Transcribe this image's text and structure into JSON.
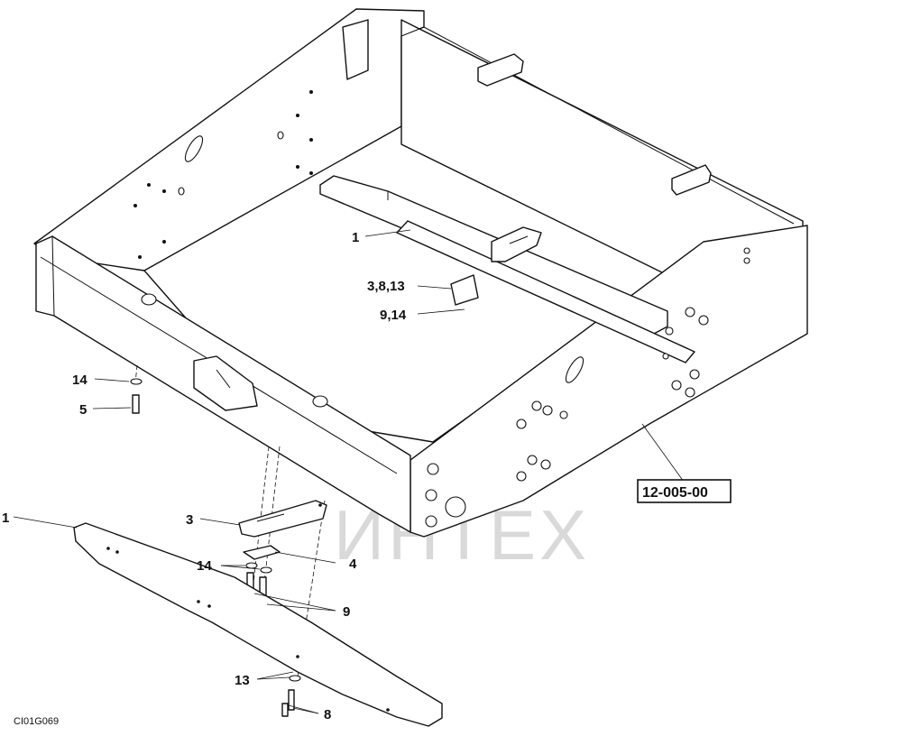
{
  "drawing": {
    "code": "CI01G069",
    "reference": "12-005-00"
  },
  "callouts": [
    {
      "id": "c-1-upper",
      "text": "1"
    },
    {
      "id": "c-3-8-13",
      "text": "3,8,13"
    },
    {
      "id": "c-9-14-upper",
      "text": "9,14"
    },
    {
      "id": "c-14-left",
      "text": "14"
    },
    {
      "id": "c-5",
      "text": "5"
    },
    {
      "id": "c-1-lower",
      "text": "1"
    },
    {
      "id": "c-3",
      "text": "3"
    },
    {
      "id": "c-4",
      "text": "4"
    },
    {
      "id": "c-14-lower",
      "text": "14"
    },
    {
      "id": "c-9",
      "text": "9"
    },
    {
      "id": "c-13",
      "text": "13"
    },
    {
      "id": "c-8",
      "text": "8"
    }
  ],
  "watermark": {
    "text": "ИНТЕХ"
  },
  "colors": {
    "line": "#111111",
    "watermark_gear": "#f7c9c9",
    "watermark_text": "#d9d9d9"
  }
}
